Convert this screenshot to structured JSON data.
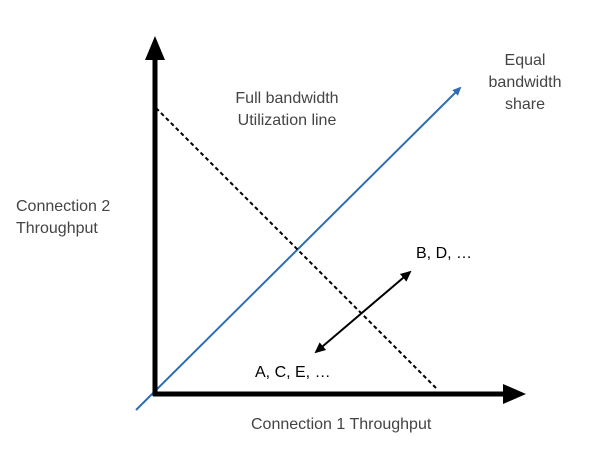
{
  "diagram": {
    "full_util_label_1": "Full bandwidth",
    "full_util_label_2": "Utilization line",
    "equal_share_label_1": "Equal",
    "equal_share_label_2": "bandwidth",
    "equal_share_label_3": "share",
    "y_axis_label_1": "Connection 2",
    "y_axis_label_2": "Throughput",
    "x_axis_label": "Connection 1 Throughput",
    "upper_point_label": "B, D, …",
    "lower_point_label": "A, C, E, …"
  },
  "colors": {
    "axis": "#000000",
    "equal_share_line": "#2E6DB4",
    "utilization_line": "#000000",
    "text": "#444444"
  }
}
